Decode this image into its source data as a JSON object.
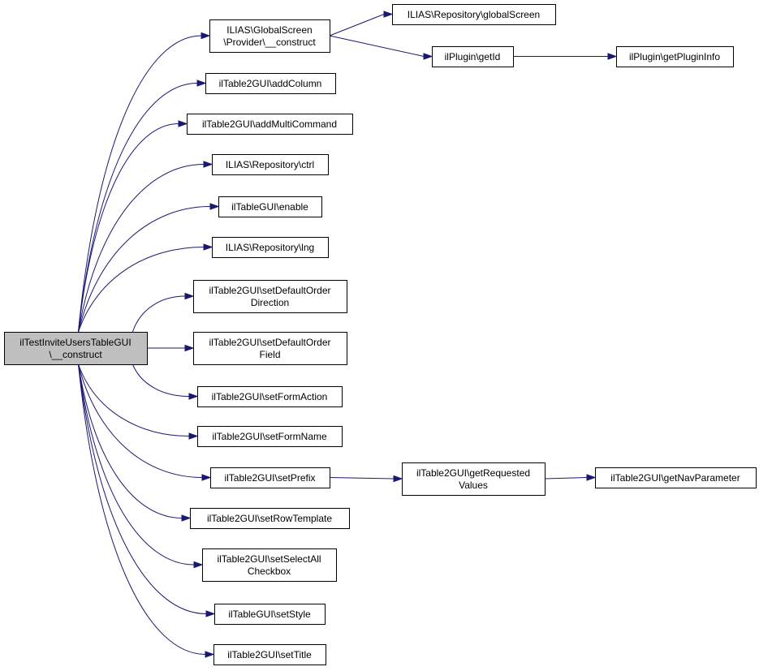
{
  "colors": {
    "edge": "#191970",
    "node_fill": "#ffffff",
    "root_fill": "#bfbfbf",
    "border": "#000000"
  },
  "nodes": [
    {
      "id": "root",
      "lines": [
        "ilTestInviteUsersTableGUI",
        "\\__construct"
      ]
    },
    {
      "id": "provider",
      "lines": [
        "ILIAS\\GlobalScreen",
        "\\Provider\\__construct"
      ]
    },
    {
      "id": "globalscreen",
      "lines": [
        "ILIAS\\Repository\\globalScreen"
      ]
    },
    {
      "id": "getid",
      "lines": [
        "ilPlugin\\getId"
      ]
    },
    {
      "id": "getplugininfo",
      "lines": [
        "ilPlugin\\getPluginInfo"
      ]
    },
    {
      "id": "addcolumn",
      "lines": [
        "ilTable2GUI\\addColumn"
      ]
    },
    {
      "id": "addmulticommand",
      "lines": [
        "ilTable2GUI\\addMultiCommand"
      ]
    },
    {
      "id": "ctrl",
      "lines": [
        "ILIAS\\Repository\\ctrl"
      ]
    },
    {
      "id": "enable",
      "lines": [
        "ilTableGUI\\enable"
      ]
    },
    {
      "id": "lng",
      "lines": [
        "ILIAS\\Repository\\lng"
      ]
    },
    {
      "id": "setdefaultorderdirection",
      "lines": [
        "ilTable2GUI\\setDefaultOrder",
        "Direction"
      ]
    },
    {
      "id": "setdefaultorderfield",
      "lines": [
        "ilTable2GUI\\setDefaultOrder",
        "Field"
      ]
    },
    {
      "id": "setformaction",
      "lines": [
        "ilTable2GUI\\setFormAction"
      ]
    },
    {
      "id": "setformname",
      "lines": [
        "ilTable2GUI\\setFormName"
      ]
    },
    {
      "id": "setprefix",
      "lines": [
        "ilTable2GUI\\setPrefix"
      ]
    },
    {
      "id": "getrequestedvalues",
      "lines": [
        "ilTable2GUI\\getRequested",
        "Values"
      ]
    },
    {
      "id": "getnavparameter",
      "lines": [
        "ilTable2GUI\\getNavParameter"
      ]
    },
    {
      "id": "setrowtemplate",
      "lines": [
        "ilTable2GUI\\setRowTemplate"
      ]
    },
    {
      "id": "setselectallcheckbox",
      "lines": [
        "ilTable2GUI\\setSelectAll",
        "Checkbox"
      ]
    },
    {
      "id": "setstyle",
      "lines": [
        "ilTableGUI\\setStyle"
      ]
    },
    {
      "id": "settitle",
      "lines": [
        "ilTable2GUI\\setTitle"
      ]
    }
  ],
  "edges": [
    {
      "from": "root",
      "to": "provider"
    },
    {
      "from": "root",
      "to": "addcolumn"
    },
    {
      "from": "root",
      "to": "addmulticommand"
    },
    {
      "from": "root",
      "to": "ctrl"
    },
    {
      "from": "root",
      "to": "enable"
    },
    {
      "from": "root",
      "to": "lng"
    },
    {
      "from": "root",
      "to": "setdefaultorderdirection"
    },
    {
      "from": "root",
      "to": "setdefaultorderfield"
    },
    {
      "from": "root",
      "to": "setformaction"
    },
    {
      "from": "root",
      "to": "setformname"
    },
    {
      "from": "root",
      "to": "setprefix"
    },
    {
      "from": "root",
      "to": "setrowtemplate"
    },
    {
      "from": "root",
      "to": "setselectallcheckbox"
    },
    {
      "from": "root",
      "to": "setstyle"
    },
    {
      "from": "root",
      "to": "settitle"
    },
    {
      "from": "provider",
      "to": "globalscreen"
    },
    {
      "from": "provider",
      "to": "getid"
    },
    {
      "from": "getid",
      "to": "getplugininfo"
    },
    {
      "from": "setprefix",
      "to": "getrequestedvalues"
    },
    {
      "from": "getrequestedvalues",
      "to": "getnavparameter"
    }
  ]
}
